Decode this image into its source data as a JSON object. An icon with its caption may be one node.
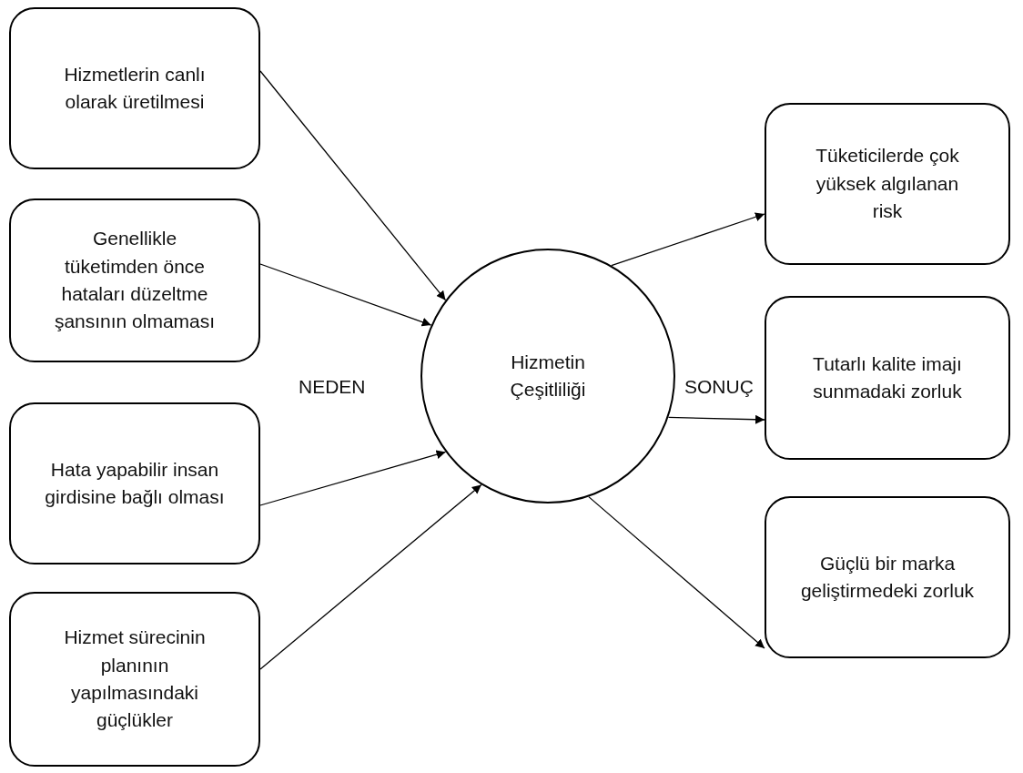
{
  "diagram": {
    "nodes": [
      {
        "text": [
          "Hizmetlerin canlı olarak üretilmesi"
        ]
      },
      {
        "text": [
          "Genellikle tüketimden önce hataları düzeltme şansının olmaması"
        ]
      },
      {
        "text": [
          "Hata yapabilir insan girdisine bağlı olması"
        ]
      },
      {
        "text": [
          "Hizmet sürecinin planının yapılmasındaki güçlükler"
        ]
      },
      {
        "text": [
          "Hizmetin Çeşitliliği"
        ]
      },
      {
        "text": [
          "Tüketicilerde çok yüksek algılanan risk"
        ]
      },
      {
        "text": [
          "Tutarlı kalite imajı sunmadaki zorluk"
        ]
      },
      {
        "text": [
          "Güçlü bir marka geliştirmedeki zorluk"
        ]
      }
    ],
    "edges": [
      {
        "from": 0,
        "to": 4,
        "arrow": "to"
      },
      {
        "from": 1,
        "to": 4,
        "arrow": "to"
      },
      {
        "from": 2,
        "to": 4,
        "arrow": "to"
      },
      {
        "from": 3,
        "to": 4,
        "arrow": "to"
      },
      {
        "from": 4,
        "to": 5,
        "arrow": "to"
      },
      {
        "from": 4,
        "to": 6,
        "arrow": "to"
      },
      {
        "from": 4,
        "to": 7,
        "arrow": "to"
      }
    ],
    "labels": [
      "NEDEN",
      "SONUÇ"
    ]
  }
}
